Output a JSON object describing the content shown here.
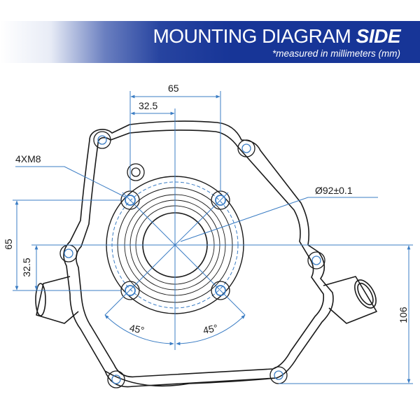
{
  "header": {
    "title_main": "MOUNTING DIAGRAM",
    "title_emphasis": "SIDE",
    "subtitle": "*measured in millimeters (mm)"
  },
  "dimensions": {
    "top_full": "65",
    "top_half": "32.5",
    "left_full": "65",
    "left_half": "32.5",
    "right_height": "106",
    "bolt_callout": "4XM8",
    "bore_callout": "Ø92±0.1",
    "angle_left": "45°",
    "angle_right": "45°"
  },
  "colors": {
    "banner_blue": "#173597",
    "dimension_line": "#3b7dc4",
    "outline": "#1a1a1a"
  }
}
